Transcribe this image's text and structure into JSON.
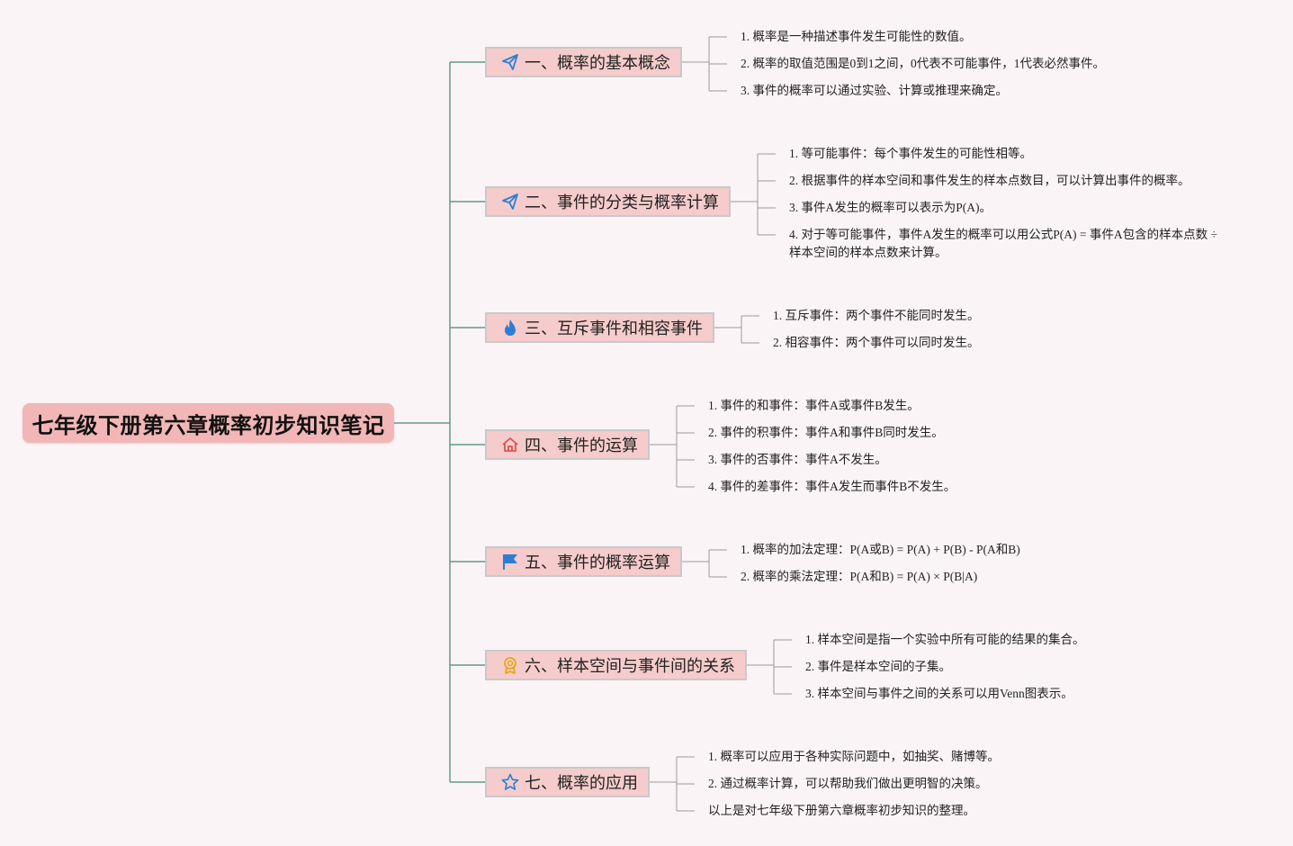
{
  "root": {
    "title": "七年级下册第六章概率初步知识笔记"
  },
  "branches": [
    {
      "title": "一、概率的基本概念",
      "icon": "paper-plane-icon",
      "items": [
        "1. 概率是一种描述事件发生可能性的数值。",
        "2. 概率的取值范围是0到1之间，0代表不可能事件，1代表必然事件。",
        "3. 事件的概率可以通过实验、计算或推理来确定。"
      ]
    },
    {
      "title": "二、事件的分类与概率计算",
      "icon": "paper-plane-icon",
      "items": [
        "1. 等可能事件：每个事件发生的可能性相等。",
        "2. 根据事件的样本空间和事件发生的样本点数目，可以计算出事件的概率。",
        "3. 事件A发生的概率可以表示为P(A)。",
        "4. 对于等可能事件，事件A发生的概率可以用公式P(A) = 事件A包含的样本点数 ÷",
        "样本空间的样本点数来计算。"
      ]
    },
    {
      "title": "三、互斥事件和相容事件",
      "icon": "flame-icon",
      "items": [
        "1. 互斥事件：两个事件不能同时发生。",
        "2. 相容事件：两个事件可以同时发生。"
      ]
    },
    {
      "title": "四、事件的运算",
      "icon": "home-icon",
      "items": [
        "1. 事件的和事件：事件A或事件B发生。",
        "2. 事件的积事件：事件A和事件B同时发生。",
        "3. 事件的否事件：事件A不发生。",
        "4. 事件的差事件：事件A发生而事件B不发生。"
      ]
    },
    {
      "title": "五、事件的概率运算",
      "icon": "flag-icon",
      "items": [
        "1. 概率的加法定理：P(A或B) = P(A) + P(B) - P(A和B)",
        "2. 概率的乘法定理：P(A和B) = P(A) × P(B|A)"
      ]
    },
    {
      "title": "六、样本空间与事件间的关系",
      "icon": "medal-icon",
      "items": [
        "1. 样本空间是指一个实验中所有可能的结果的集合。",
        "2. 事件是样本空间的子集。",
        "3. 样本空间与事件之间的关系可以用Venn图表示。"
      ]
    },
    {
      "title": "七、概率的应用",
      "icon": "star-icon",
      "items": [
        "1. 概率可以应用于各种实际问题中，如抽奖、赌博等。",
        "2. 通过概率计算，可以帮助我们做出更明智的决策。",
        "以上是对七年级下册第六章概率初步知识的整理。"
      ]
    }
  ],
  "colors": {
    "background": "#fbf4f6",
    "root_fill": "#f2b6b6",
    "branch_fill": "#f5cccb",
    "branch_border": "#c9c9c9",
    "trunk_line": "#5f9a8c",
    "leaf_line": "#9a9a9a",
    "icon_blue": "#2a7fd4",
    "icon_red": "#d9534f",
    "icon_gold": "#e6a817"
  }
}
